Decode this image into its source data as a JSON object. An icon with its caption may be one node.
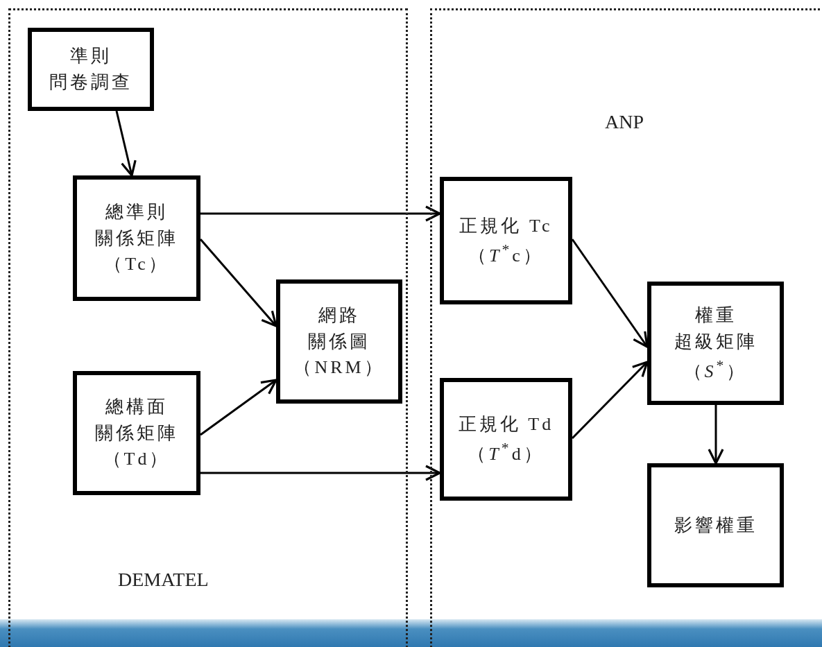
{
  "diagram": {
    "nodes": [
      {
        "text": [
          "DEMATEL"
        ]
      },
      {
        "text": [
          "ANP"
        ]
      },
      {
        "text": [
          "準則問卷調查"
        ],
        "in": 0
      },
      {
        "text": [
          "總準則關係矩陣（Tc）"
        ],
        "in": 0
      },
      {
        "text": [
          "網路關係圖（NRM）"
        ],
        "in": 0
      },
      {
        "text": [
          "總構面關係矩陣（Td）"
        ],
        "in": 0
      },
      {
        "text": [
          "正規化 Tc（*T*$^{*}$c）"
        ],
        "in": 1
      },
      {
        "text": [
          "正規化 Td（*T*$^{*}$d）"
        ],
        "in": 1
      },
      {
        "text": [
          "權重超級矩陣（*S*$^{*}$）"
        ],
        "in": 1
      },
      {
        "text": [
          "影響權重"
        ],
        "in": 1
      }
    ],
    "edges": [
      {
        "from": 2,
        "to": 3,
        "arrow": "to"
      },
      {
        "from": 3,
        "to": 6,
        "arrow": "to"
      },
      {
        "from": 3,
        "to": 4,
        "arrow": "to"
      },
      {
        "from": 5,
        "to": 4,
        "arrow": "to"
      },
      {
        "from": 5,
        "to": 7,
        "arrow": "to"
      },
      {
        "from": 6,
        "to": 8,
        "arrow": "to"
      },
      {
        "from": 7,
        "to": 8,
        "arrow": "to"
      },
      {
        "from": 8,
        "to": 9,
        "arrow": "to"
      }
    ]
  }
}
